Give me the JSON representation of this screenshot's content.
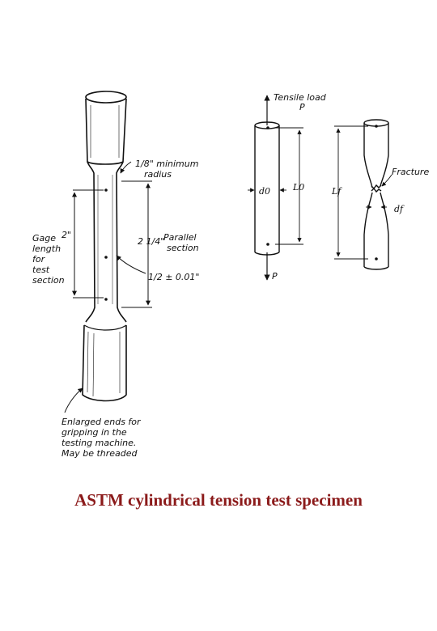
{
  "colors": {
    "ink": "#111111",
    "caption": "#8b1a1a"
  },
  "left_specimen": {
    "radius_note": [
      "1/8\" minimum",
      "radius"
    ],
    "gage_length": "2\"",
    "gage_note": [
      "Gage",
      "length",
      "for",
      "test",
      "section"
    ],
    "parallel_length": "2 1/4\"",
    "parallel_note": [
      "Parallel",
      "section"
    ],
    "diameter_note": "1/2 ± 0.01\"",
    "ends_note": [
      "Enlarged ends for",
      "gripping in the",
      "testing machine.",
      "May be threaded"
    ]
  },
  "right_specimen": {
    "load_note": [
      "Tensile load",
      "P"
    ],
    "load_bottom": "P",
    "original_diameter": "d0",
    "original_length": "L0",
    "final_length": "Lf",
    "fracture_note": "Fracture",
    "final_diameter": "df"
  },
  "caption": "ASTM cylindrical tension test specimen"
}
